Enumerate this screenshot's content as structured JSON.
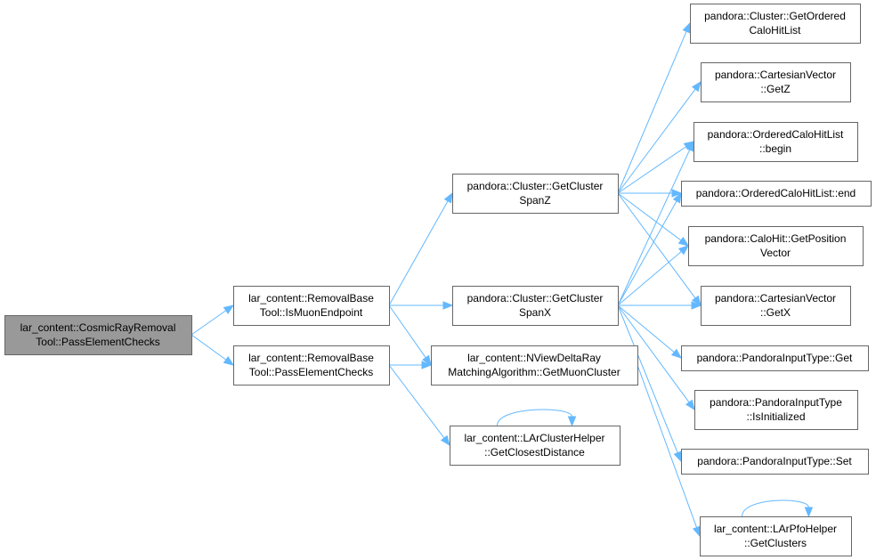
{
  "graph": {
    "nodes": [
      {
        "id": "root",
        "lines": [
          "lar_content::CosmicRayRemoval",
          "Tool::PassElementChecks"
        ],
        "root": true
      },
      {
        "id": "isMuonEndpoint",
        "lines": [
          "lar_content::RemovalBase",
          "Tool::IsMuonEndpoint"
        ]
      },
      {
        "id": "passElementChecks",
        "lines": [
          "lar_content::RemovalBase",
          "Tool::PassElementChecks"
        ]
      },
      {
        "id": "spanZ",
        "lines": [
          "pandora::Cluster::GetCluster",
          "SpanZ"
        ]
      },
      {
        "id": "spanX",
        "lines": [
          "pandora::Cluster::GetCluster",
          "SpanX"
        ]
      },
      {
        "id": "getMuonCluster",
        "lines": [
          "lar_content::NViewDeltaRay",
          "MatchingAlgorithm::GetMuonCluster"
        ]
      },
      {
        "id": "closestDistance",
        "lines": [
          "lar_content::LArClusterHelper",
          "::GetClosestDistance"
        ]
      },
      {
        "id": "orderedCaloHitList",
        "lines": [
          "pandora::Cluster::GetOrdered",
          "CaloHitList"
        ]
      },
      {
        "id": "getZ",
        "lines": [
          "pandora::CartesianVector",
          "::GetZ"
        ]
      },
      {
        "id": "begin",
        "lines": [
          "pandora::OrderedCaloHitList",
          "::begin"
        ]
      },
      {
        "id": "end",
        "lines": [
          "pandora::OrderedCaloHitList::end"
        ]
      },
      {
        "id": "positionVector",
        "lines": [
          "pandora::CaloHit::GetPosition",
          "Vector"
        ]
      },
      {
        "id": "getX",
        "lines": [
          "pandora::CartesianVector",
          "::GetX"
        ]
      },
      {
        "id": "inputGet",
        "lines": [
          "pandora::PandoraInputType::Get"
        ]
      },
      {
        "id": "isInitialized",
        "lines": [
          "pandora::PandoraInputType",
          "::IsInitialized"
        ]
      },
      {
        "id": "inputSet",
        "lines": [
          "pandora::PandoraInputType::Set"
        ]
      },
      {
        "id": "getClusters",
        "lines": [
          "lar_content::LArPfoHelper",
          "::GetClusters"
        ]
      }
    ],
    "edges": [
      [
        "root",
        "isMuonEndpoint"
      ],
      [
        "root",
        "passElementChecks"
      ],
      [
        "isMuonEndpoint",
        "spanZ"
      ],
      [
        "isMuonEndpoint",
        "spanX"
      ],
      [
        "isMuonEndpoint",
        "getMuonCluster"
      ],
      [
        "passElementChecks",
        "getMuonCluster"
      ],
      [
        "passElementChecks",
        "closestDistance"
      ],
      [
        "closestDistance",
        "closestDistance"
      ],
      [
        "spanZ",
        "orderedCaloHitList"
      ],
      [
        "spanZ",
        "getZ"
      ],
      [
        "spanZ",
        "begin"
      ],
      [
        "spanZ",
        "end"
      ],
      [
        "spanZ",
        "positionVector"
      ],
      [
        "spanZ",
        "getX"
      ],
      [
        "spanX",
        "begin"
      ],
      [
        "spanX",
        "end"
      ],
      [
        "spanX",
        "positionVector"
      ],
      [
        "spanX",
        "getX"
      ],
      [
        "spanX",
        "inputGet"
      ],
      [
        "spanX",
        "isInitialized"
      ],
      [
        "spanX",
        "inputSet"
      ],
      [
        "getMuonCluster",
        "getClusters"
      ],
      [
        "getClusters",
        "getClusters"
      ]
    ]
  }
}
